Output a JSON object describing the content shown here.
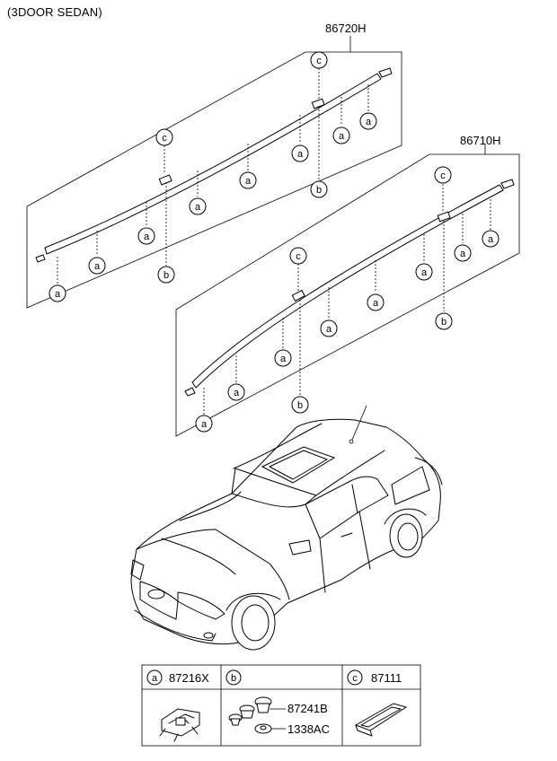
{
  "header": {
    "title": "(3DOOR SEDAN)"
  },
  "assemblies": [
    {
      "part_number": "86720H"
    },
    {
      "part_number": "86710H"
    }
  ],
  "callouts": {
    "a": "a",
    "b": "b",
    "c": "c"
  },
  "legend": {
    "a": {
      "key": "a",
      "part_number": "87216X"
    },
    "b": {
      "key": "b",
      "parts": [
        "87241B",
        "1338AC"
      ]
    },
    "c": {
      "key": "c",
      "part_number": "87111"
    }
  },
  "icons": [
    "rail-arrow-icon",
    "clip-icon",
    "fastener-icon",
    "cover-icon",
    "car-icon"
  ]
}
